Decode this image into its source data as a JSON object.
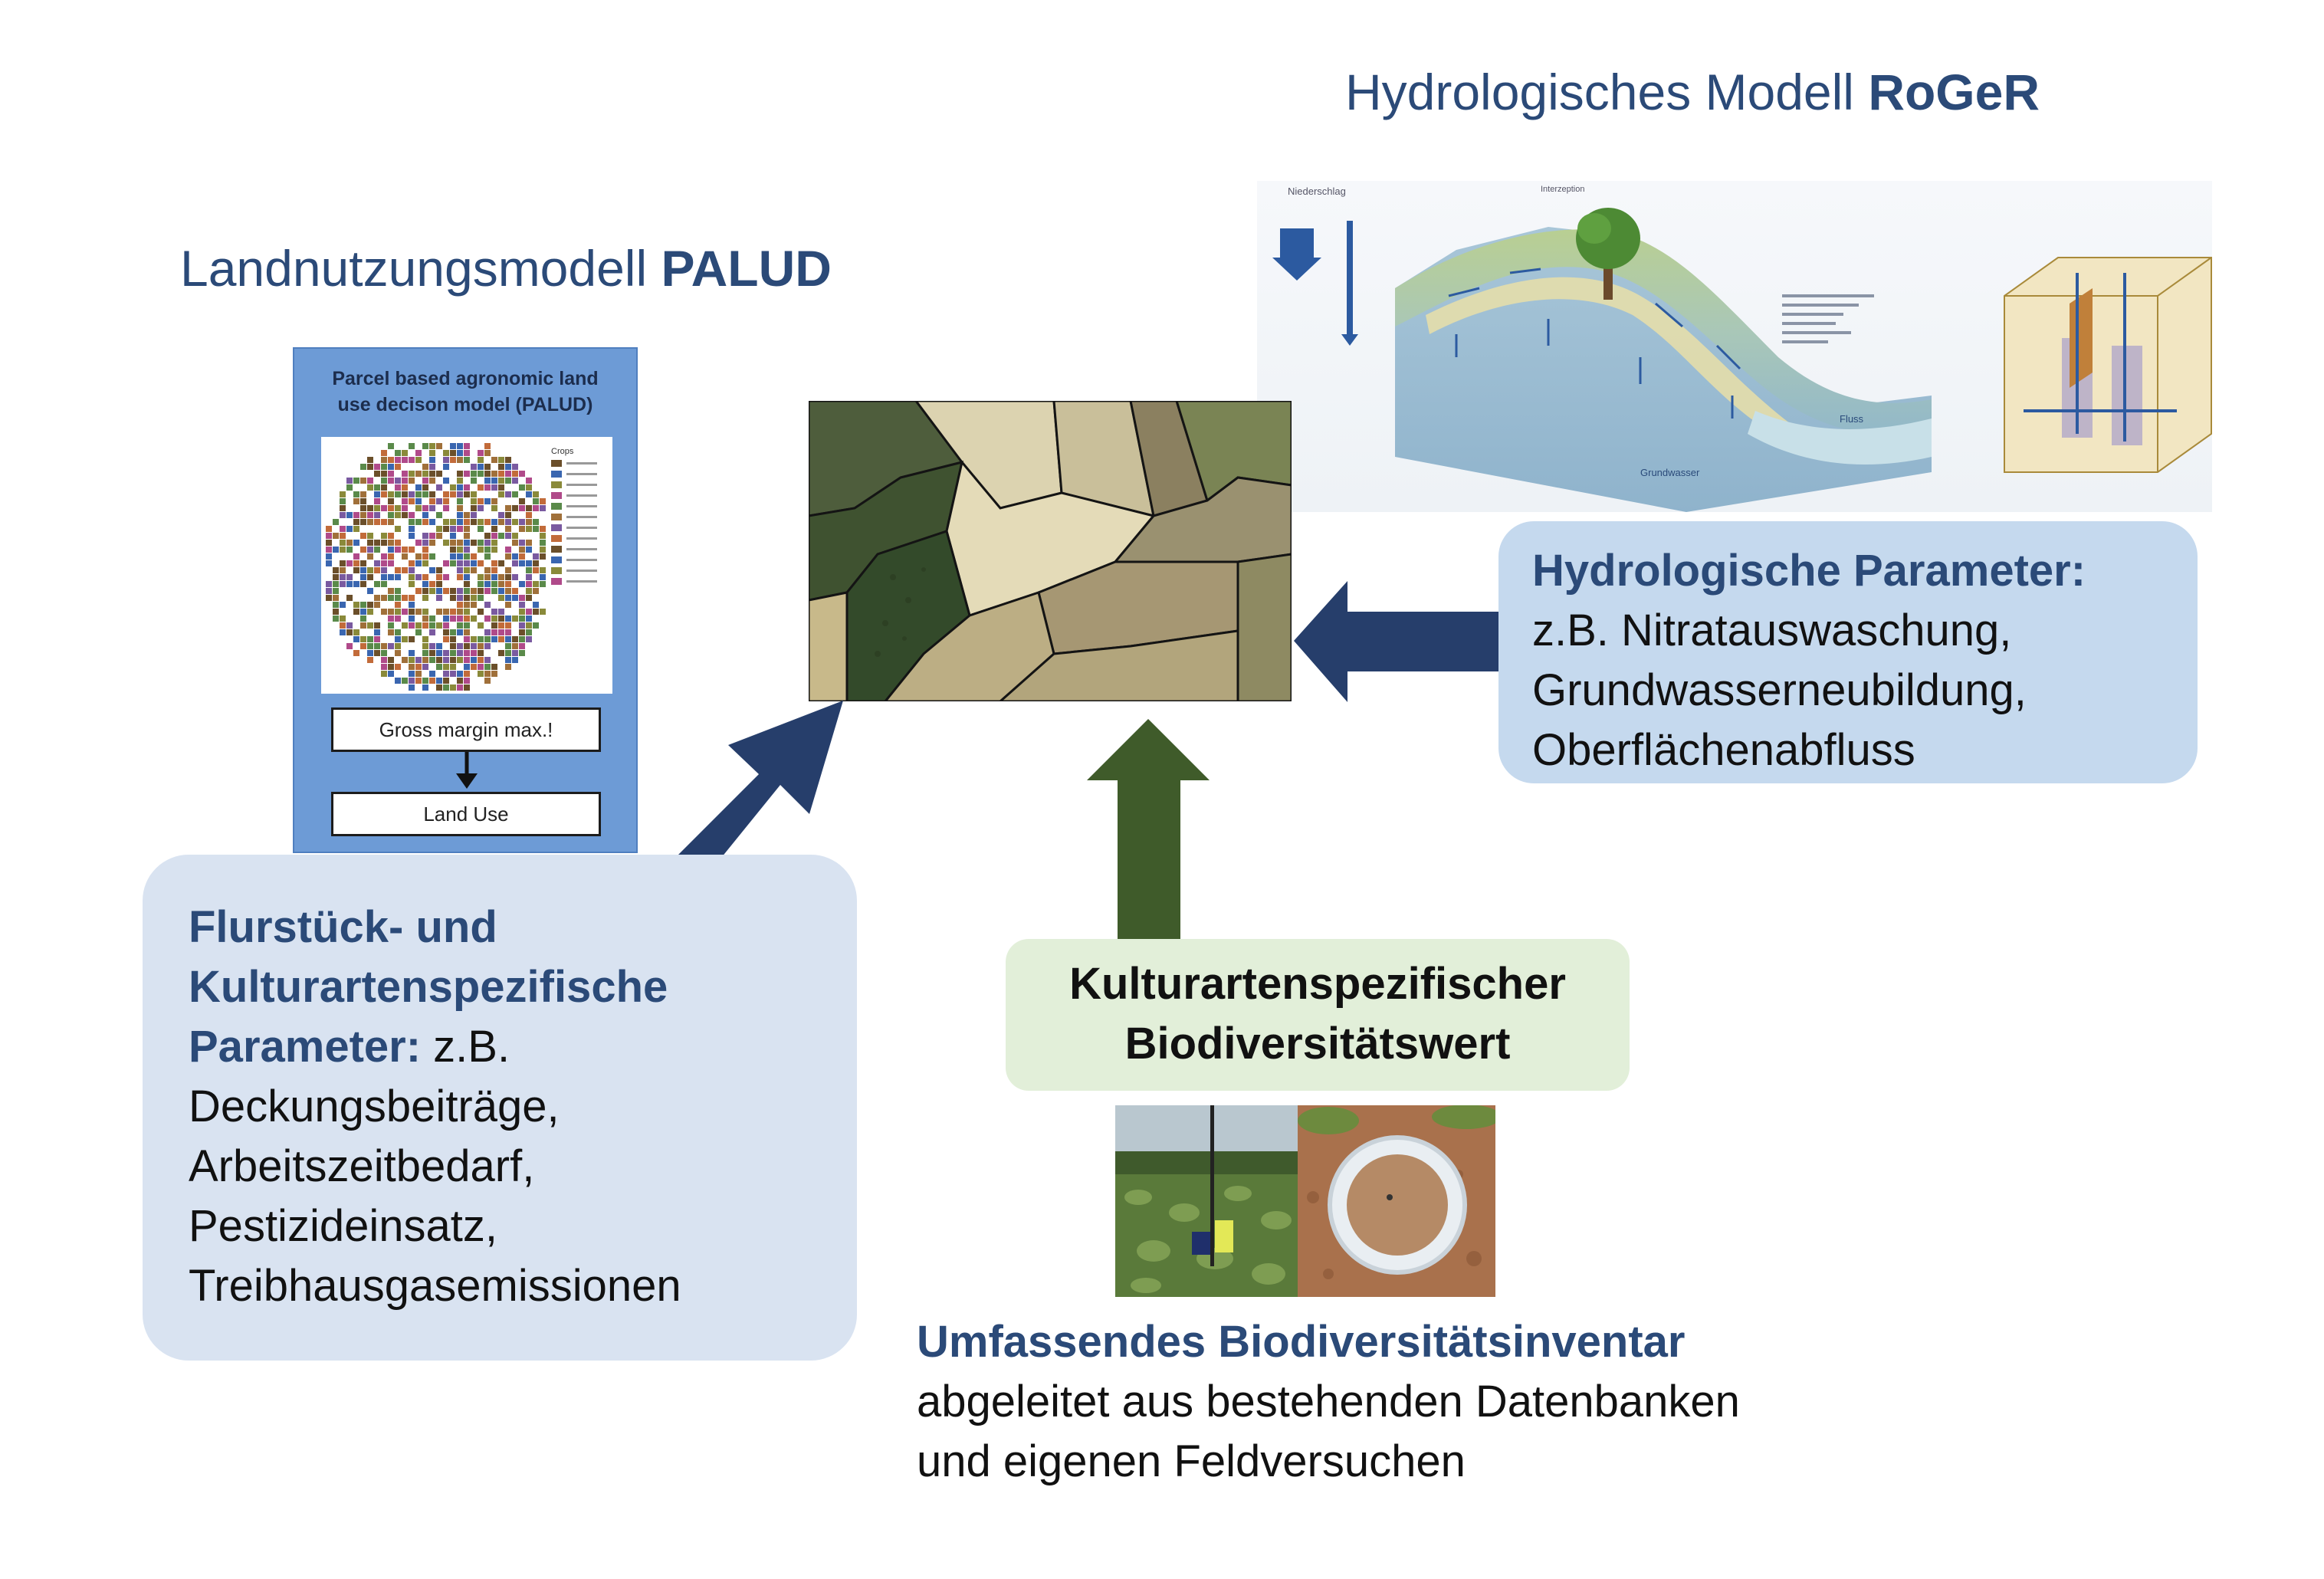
{
  "palud": {
    "title_prefix": "Landnutzungsmodell",
    "title_bold": "PALUD",
    "figure_title_line1": "Parcel based agronomic land",
    "figure_title_line2": "use decison model (PALUD)",
    "step1": "Gross margin max.!",
    "step2": "Land Use",
    "map_legend_title": "Crops"
  },
  "roger": {
    "title_prefix": "Hydrologisches Modell",
    "title_bold": "RoGeR",
    "diagram_labels": {
      "precip": "Niederschlag",
      "interception": "Interzeption",
      "river": "Fluss",
      "groundwater": "Grundwasser"
    }
  },
  "parcel_box": {
    "line1": "Flurstück- und",
    "line2": "Kulturartenspezifische",
    "line3_bold": "Parameter:",
    "line3_rest": " z.B.",
    "items": [
      "Deckungsbeiträge,",
      "Arbeitszeitbedarf,",
      "Pestizideinsatz,",
      "Treibhausgasemissionen"
    ]
  },
  "hydro_box": {
    "heading": "Hydrologische Parameter:",
    "items": [
      "z.B. Nitratauswaschung,",
      "Grundwasserneubildung,",
      "Oberflächenabfluss"
    ]
  },
  "bio_box": {
    "line1": "Kulturartenspezifischer",
    "line2": "Biodiversitätswert"
  },
  "inventory": {
    "heading": "Umfassendes Biodiversitätsinventar",
    "line2": "abgeleitet aus bestehenden Datenbanken",
    "line3": "und eigenen Feldversuchen"
  },
  "colors": {
    "title_blue": "#2b4a78",
    "arrow_navy": "#263e6b",
    "arrow_green": "#3f5b2a",
    "box_blue": "#c5d9ee",
    "box_lightblue": "#d9e3f1",
    "box_green": "#e2efd9"
  }
}
